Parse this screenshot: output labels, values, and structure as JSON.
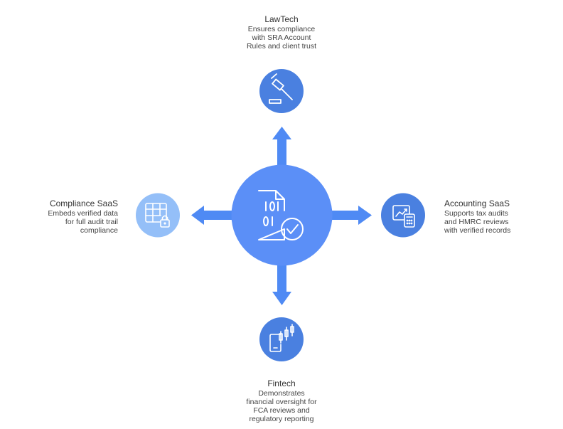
{
  "colors": {
    "center": "#5b8ff7",
    "arrow": "#4f8af4",
    "node_lawtech": "#4a80e0",
    "node_accounting": "#4a80e0",
    "node_fintech": "#4a80e0",
    "node_compliance": "#94bff8",
    "icon_stroke": "#ffffff"
  },
  "hub": {
    "icon": "binary-document-check-icon"
  },
  "nodes": {
    "lawtech": {
      "title": "LawTech",
      "desc": [
        "Ensures compliance",
        "with SRA Account",
        "Rules and client trust"
      ],
      "icon": "gavel-icon"
    },
    "accounting": {
      "title": "Accounting SaaS",
      "desc": [
        "Supports tax audits",
        "and HMRC reviews",
        "with verified records"
      ],
      "icon": "chart-calculator-icon"
    },
    "fintech": {
      "title": "Fintech",
      "desc": [
        "Demonstrates",
        "financial oversight for",
        "FCA reviews and",
        "regulatory reporting"
      ],
      "icon": "mobile-candlestick-icon"
    },
    "compliance": {
      "title": "Compliance SaaS",
      "desc": [
        "Embeds verified data",
        "for full audit trail",
        "compliance"
      ],
      "icon": "table-lock-icon"
    }
  }
}
